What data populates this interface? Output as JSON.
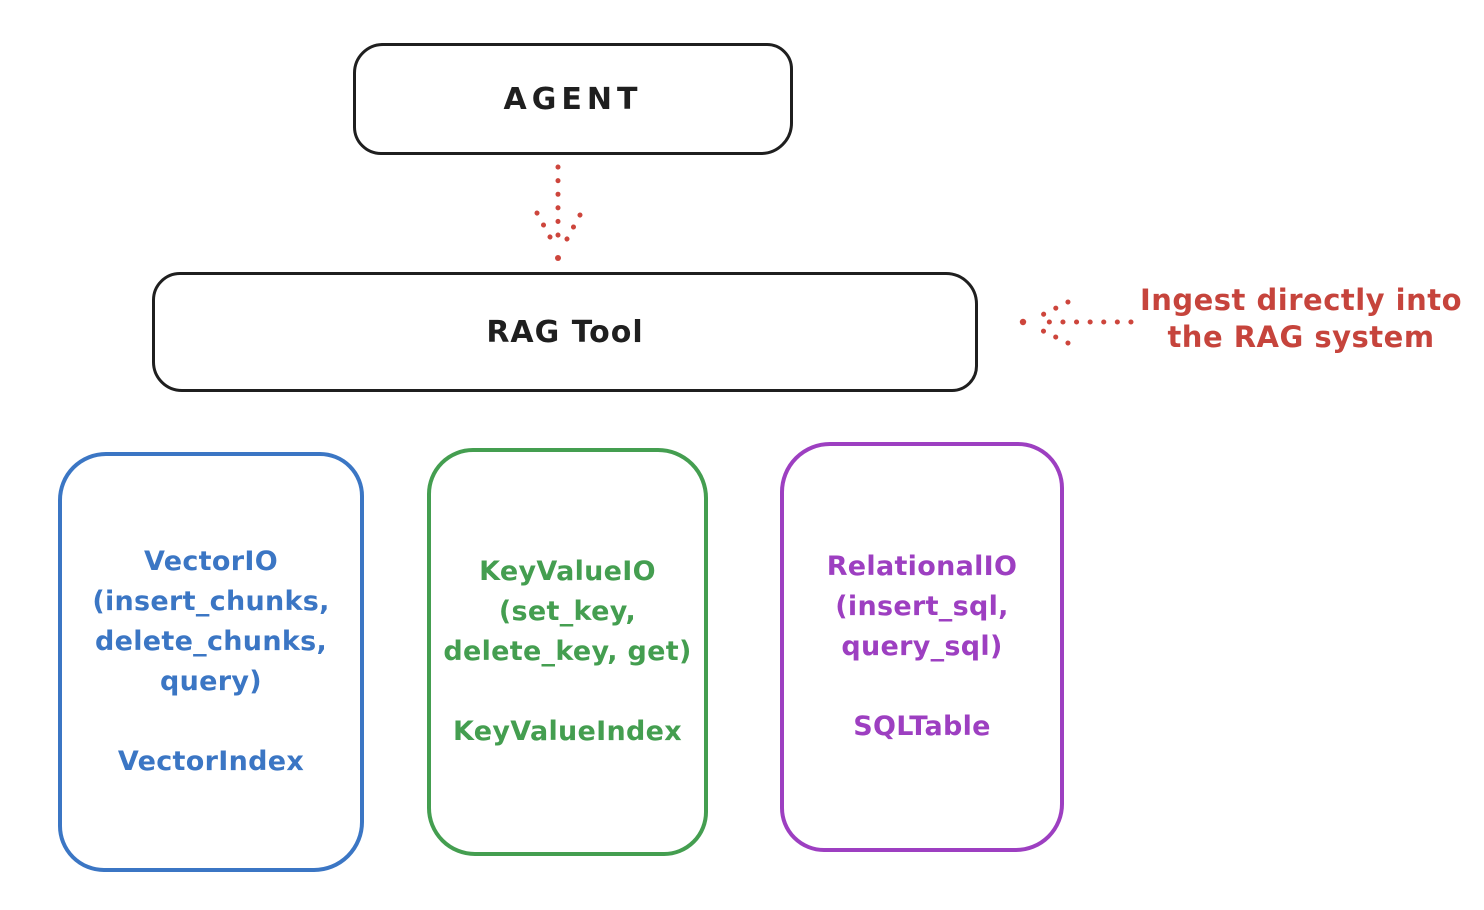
{
  "diagram": {
    "agent": {
      "label": "AGENT"
    },
    "rag_tool": {
      "label": "RAG Tool"
    },
    "annotation": {
      "line1": "Ingest directly into",
      "line2": "the RAG system"
    },
    "cards": [
      {
        "id": "vector-io",
        "name": "VectorIO",
        "methods": [
          "(insert_chunks,",
          "delete_chunks,",
          "query)"
        ],
        "index": "VectorIndex",
        "color": "#3b76c4"
      },
      {
        "id": "keyvalue-io",
        "name": "KeyValueIO",
        "methods": [
          "(set_key,",
          "delete_key, get)"
        ],
        "index": "KeyValueIndex",
        "color": "#449e50"
      },
      {
        "id": "relational-io",
        "name": "RelationalIO",
        "methods": [
          "(insert_sql,",
          "query_sql)"
        ],
        "index": "SQLTable",
        "color": "#9d3fc1"
      }
    ],
    "arrows": [
      {
        "id": "agent-to-ragtool",
        "style": "dotted",
        "color": "#cd453c",
        "direction": "down"
      },
      {
        "id": "annotation-to-ragtool",
        "style": "dotted",
        "color": "#cd453c",
        "direction": "left"
      }
    ]
  },
  "colors": {
    "ink": "#1f1f1f",
    "accent_red": "#cd453c",
    "blue": "#3b76c4",
    "green": "#449e50",
    "purple": "#9d3fc1",
    "background": "#ffffff"
  }
}
